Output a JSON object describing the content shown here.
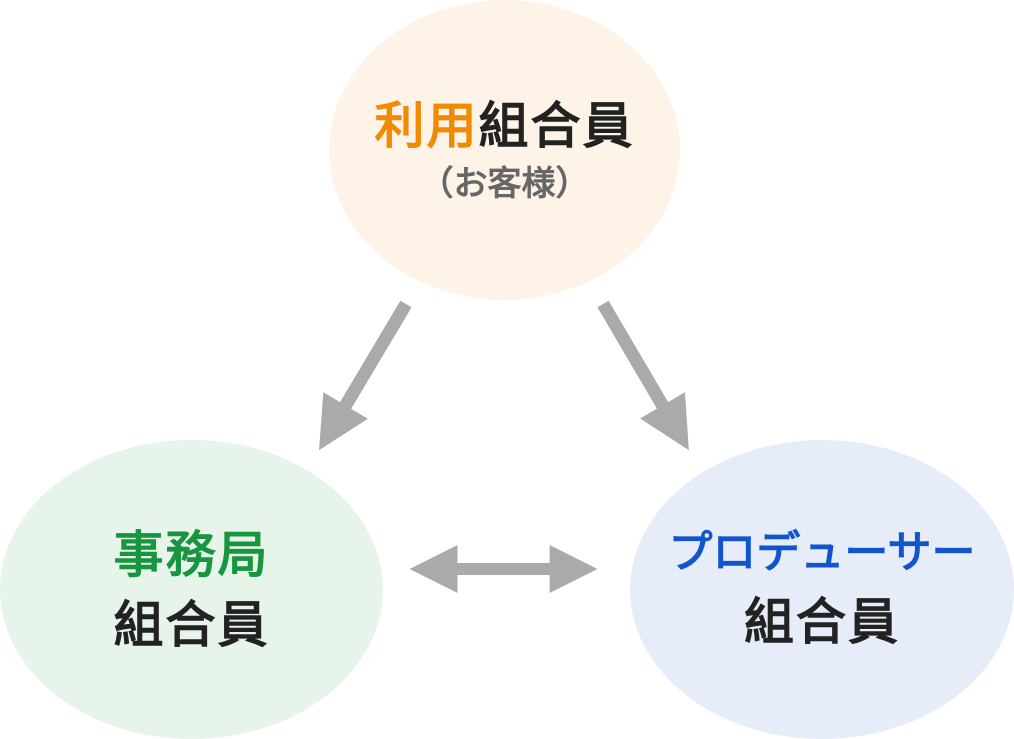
{
  "diagram": {
    "user_node": {
      "highlight": "利用",
      "rest": "組合員",
      "sub": "（お客様）"
    },
    "office_node": {
      "highlight": "事務局",
      "rest": "組合員"
    },
    "producer_node": {
      "highlight": "プロデューサー",
      "rest": "組合員"
    },
    "colors": {
      "orange": "#f08a00",
      "green": "#17953f",
      "blue": "#1055cc",
      "arrow": "#aaaaaa"
    }
  }
}
